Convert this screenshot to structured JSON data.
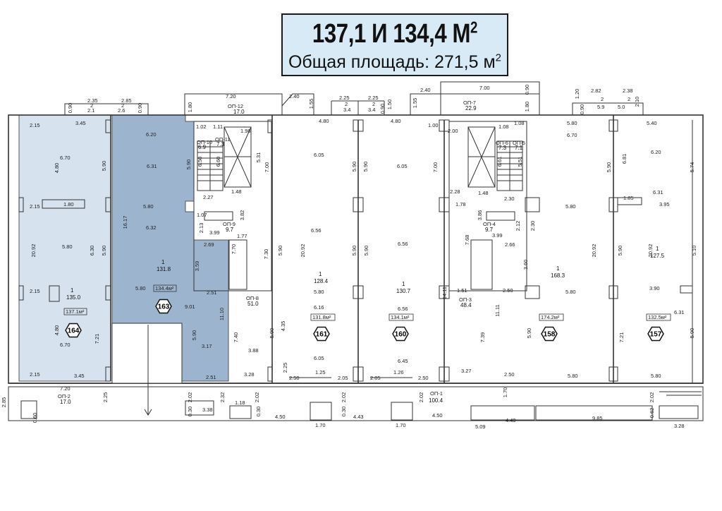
{
  "header": {
    "title_main": "137,1 И 134,4 М",
    "title_sup": "2",
    "subtitle_main": "Общая площадь: 271,5 м",
    "subtitle_sup": "2"
  },
  "colors": {
    "unit_164_fill": "#d6e2ee",
    "unit_163_fill": "#9db4cf",
    "header_fill": "#d8eaf6"
  },
  "units": [
    {
      "id": "164",
      "room": "1",
      "area": "135.0",
      "total": "137.1м²"
    },
    {
      "id": "163",
      "room": "1",
      "area": "131.8",
      "total": "134.4м²"
    },
    {
      "id": "161",
      "room": "1",
      "area": "128.4",
      "total": "131.8м²"
    },
    {
      "id": "160",
      "room": "1",
      "area": "130.7",
      "total": "134.1м²"
    },
    {
      "id": "158",
      "room": "1",
      "area": "168.3",
      "total": "174.2м²"
    },
    {
      "id": "157",
      "room": "1",
      "area": "127.5",
      "total": "132.5м²"
    }
  ],
  "common_areas": [
    {
      "code": "ОП-12",
      "area": "17.0"
    },
    {
      "code": "ОП-11",
      "area": "7.3"
    },
    {
      "code": "ОП-10",
      "area": "6.9"
    },
    {
      "code": "ОП-9",
      "area": "9.7"
    },
    {
      "code": "ОП-8",
      "area": "51.0"
    },
    {
      "code": "ОП-7",
      "area": "22.9"
    },
    {
      "code": "ОП-6",
      "area": "7.3"
    },
    {
      "code": "ОП-5",
      "area": "7.1"
    },
    {
      "code": "ОП-4",
      "area": "9.7"
    },
    {
      "code": "ОП-3",
      "area": "48.4"
    },
    {
      "code": "ОП-2",
      "area": "17.0"
    },
    {
      "code": "ОП-1",
      "area": "100.4"
    }
  ],
  "dimensions": {
    "top": [
      "0.90",
      "2.35",
      "2",
      "2.1",
      "2.85",
      "2",
      "2.6",
      "0.90",
      "1.80",
      "7.20",
      "2.40",
      "1.55",
      "2.25",
      "2",
      "3.4",
      "2.25",
      "2",
      "3.4",
      "0.90",
      "1.50",
      "2.40",
      "1.55",
      "7.00",
      "0.90",
      "1.80",
      "1.20",
      "0.90",
      "2.82",
      "2",
      "5.9",
      "2.38",
      "2",
      "5.0",
      "2.10"
    ],
    "unit164": [
      "2.15",
      "3.45",
      "4.80",
      "6.70",
      "5.90",
      "2.15",
      "1.80",
      "20.92",
      "5.80",
      "6.30",
      "5.90",
      "2.15",
      "4.80",
      "6.70",
      "7.21",
      "2.15",
      "3.45"
    ],
    "unit163": [
      "6.20",
      "6.31",
      "5.90",
      "16.17",
      "5.80",
      "6.32",
      "2.69",
      "3.59",
      "5.80",
      "2.51",
      "9.01",
      "11.10",
      "5.90",
      "3.17",
      "2.51"
    ],
    "stairs_left": [
      "1.02",
      "1.11",
      "1.98",
      "6.50",
      "6.60",
      "5.31",
      "2.27",
      "1.48",
      "1.07",
      "2.13",
      "3.82",
      "3.99",
      "1.77",
      "7.70",
      "7.30"
    ],
    "unit161": [
      "4.80",
      "6.05",
      "7.00",
      "5.90",
      "6.56",
      "5.90",
      "20.92",
      "5.80",
      "6.16",
      "4.35",
      "5.90",
      "7.40",
      "3.88",
      "6.05",
      "2.25",
      "3.28",
      "1.25",
      "2.50",
      "2.05"
    ],
    "unit160": [
      "4.80",
      "1.00",
      "5.90",
      "6.05",
      "7.00",
      "5.90",
      "6.56",
      "5.90",
      "6.56",
      "6.45",
      "1.26",
      "2.05",
      "2.50"
    ],
    "stairs_right": [
      "2.00",
      "1.08",
      "1.08",
      "6.61",
      "5.51",
      "2.28",
      "1.48",
      "1.78",
      "2.30",
      "3.86",
      "2.12",
      "2.30",
      "7.68",
      "3.99",
      "2.66",
      "3.60",
      "1.51"
    ],
    "unit158": [
      "5.80",
      "6.70",
      "5.90",
      "5.80",
      "20.92",
      "5.90",
      "14.11",
      "11.11",
      "2.50",
      "5.80",
      "7.39",
      "5.90",
      "7.21",
      "3.27",
      "2.50",
      "5.80"
    ],
    "unit157": [
      "5.40",
      "6.81",
      "6.20",
      "5.74",
      "1.85",
      "6.31",
      "3.95",
      "20.92",
      "5.10",
      "3.90",
      "6.31",
      "5.90",
      "5.80"
    ],
    "bottom": [
      "7.20",
      "2.85",
      "2.25",
      "0.60",
      "2.02",
      "0.30",
      "3.38",
      "2.32",
      "1.18",
      "2.02",
      "0.30",
      "4.50",
      "1.70",
      "2.02",
      "0.30",
      "4.43",
      "2.02",
      "1.70",
      "4.50",
      "1.70",
      "4.49",
      "5.09",
      "2.02",
      "9.85",
      "0.62",
      "3.28"
    ]
  }
}
